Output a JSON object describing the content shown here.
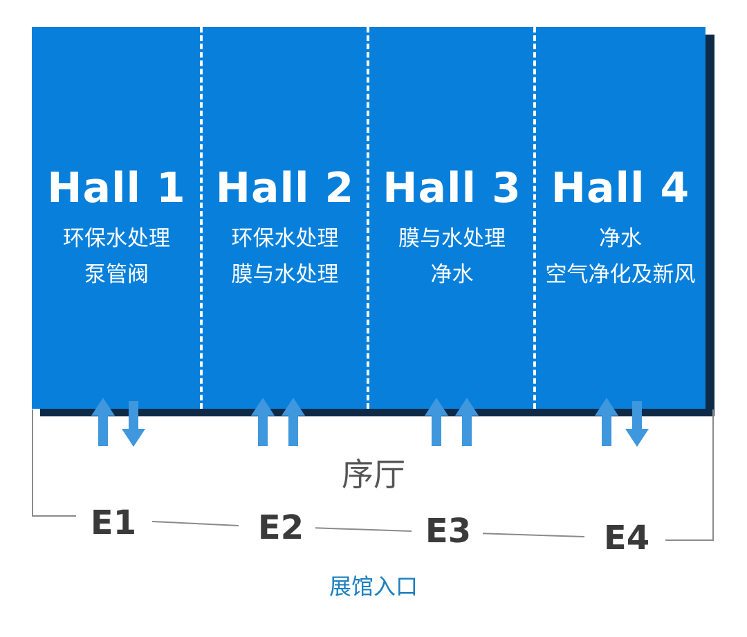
{
  "halls": [
    {
      "title": "Hall 1",
      "line1": "环保水处理",
      "line2": "泵管阀"
    },
    {
      "title": "Hall 2",
      "line1": "环保水处理",
      "line2": "膜与水处理"
    },
    {
      "title": "Hall 3",
      "line1": "膜与水处理",
      "line2": "净水"
    },
    {
      "title": "Hall 4",
      "line1": "净水",
      "line2": "空气净化及新风"
    }
  ],
  "lobby": {
    "label": "序厅"
  },
  "entries": {
    "e1": "E1",
    "e2": "E2",
    "e3": "E3",
    "e4": "E4"
  },
  "caption": "展馆入口",
  "colors": {
    "hall_fill": "#0880db",
    "shadow": "#0d2a47",
    "arrow": "#3f97dd",
    "caption": "#1a7fc1"
  },
  "flow_arrows": [
    {
      "hall": "Hall 1",
      "directions": [
        "up",
        "down"
      ]
    },
    {
      "hall": "Hall 2",
      "directions": [
        "up",
        "up"
      ]
    },
    {
      "hall": "Hall 3",
      "directions": [
        "up",
        "up"
      ]
    },
    {
      "hall": "Hall 4",
      "directions": [
        "up",
        "down"
      ]
    }
  ]
}
